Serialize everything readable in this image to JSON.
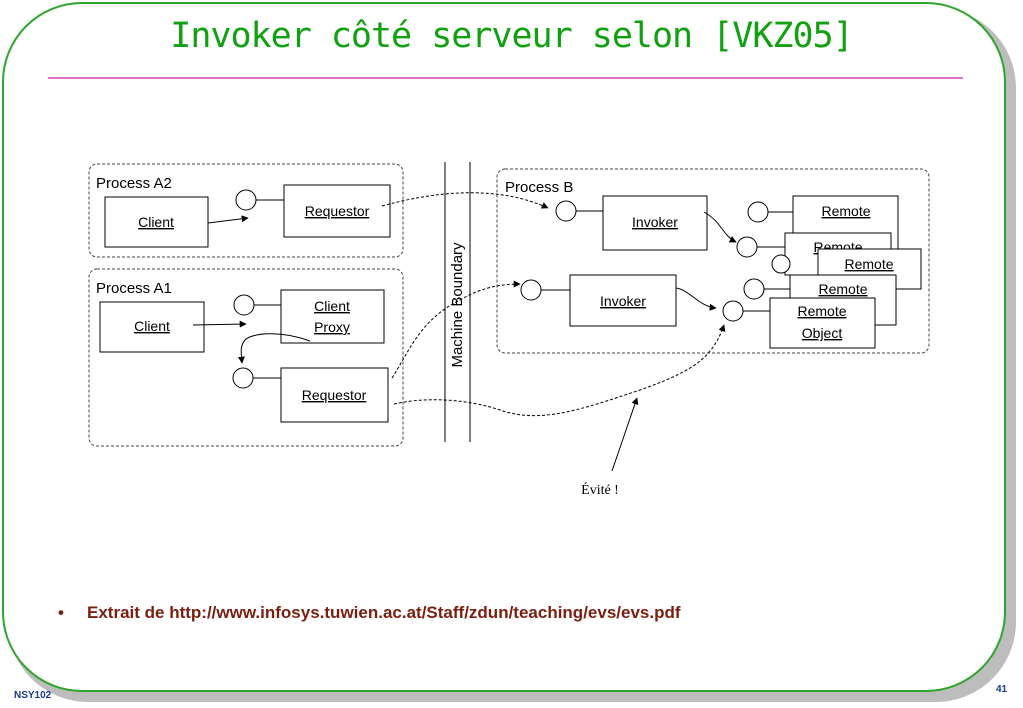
{
  "slide": {
    "title": "Invoker côté serveur selon [VKZ05]",
    "bullet_marker": "•",
    "bullet_text": "Extrait de http://www.infosys.tuwien.ac.at/Staff/zdun/teaching/evs/evs.pdf",
    "footer_left": "NSY102",
    "page_number": "41"
  },
  "diagram": {
    "process_a2": {
      "label": "Process A2",
      "client": "Client",
      "requestor": "Requestor"
    },
    "process_a1": {
      "label": "Process A1",
      "client": "Client",
      "proxy_line1": "Client",
      "proxy_line2": "Proxy",
      "requestor": "Requestor"
    },
    "boundary": "Machine Boundary",
    "process_b": {
      "label": "Process B",
      "invoker_top": "Invoker",
      "invoker_bottom": "Invoker",
      "remote_line1": "Remote",
      "remote_line2": "Object",
      "remote_partial_1": "Remote",
      "remote_partial_2": "Remote",
      "remote_partial_3": "Remote",
      "remote_partial_4": "Remote"
    },
    "annotation": "Évité !"
  },
  "colors": {
    "title": "#10a010",
    "frame": "#2fa52f",
    "rule": "#e070c8",
    "bullet": "#7a1e10",
    "footer": "#1a3a8a"
  }
}
